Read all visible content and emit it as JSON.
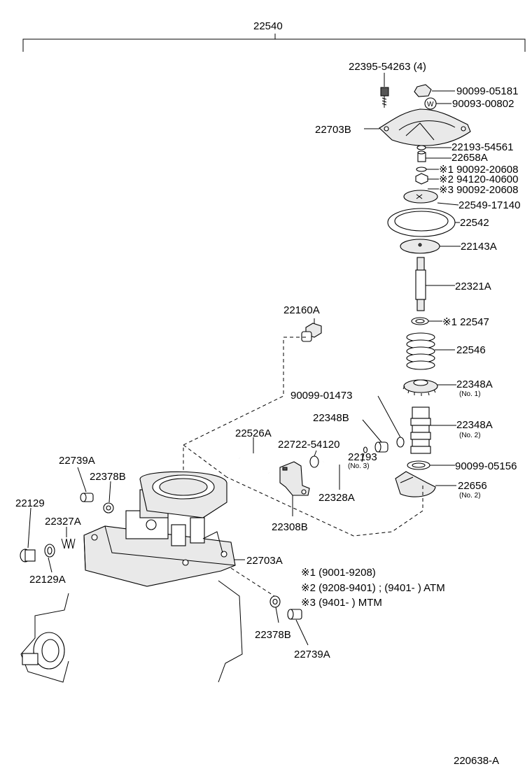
{
  "assembly": "22540",
  "diagram_code": "220638-A",
  "parts": {
    "p22395": "22395-54263 (4)",
    "p90099_05181": "90099-05181",
    "p90093": "90093-00802",
    "p22703B": "22703B",
    "p22193_54561": "22193-54561",
    "p22658A": "22658A",
    "p1_90092": "※1 90092-20608",
    "p2_94120": "※2 94120-40600",
    "p3_90092": "※3 90092-20608",
    "p22549": "22549-17140",
    "p22542": "22542",
    "p22143A": "22143A",
    "p22321A": "22321A",
    "p22547": "※1 22547",
    "p22546": "22546",
    "p22348A_1": "22348A",
    "p22348A_1_note": "(No. 1)",
    "p22160A": "22160A",
    "p90099_01473": "90099-01473",
    "p22348B": "22348B",
    "p22348A_2": "22348A",
    "p22348A_2_note": "(No. 2)",
    "p22526A": "22526A",
    "p22722": "22722-54120",
    "p22739A_top": "22739A",
    "p22378B_top": "22378B",
    "p22193": "22193",
    "p22193_note": "(No. 3)",
    "p90099_05156": "90099-05156",
    "p22656": "22656",
    "p22656_note": "(No. 2)",
    "p22328A": "22328A",
    "p22129": "22129",
    "p22327A": "22327A",
    "p22308B": "22308B",
    "p22703A": "22703A",
    "p22129A": "22129A",
    "p22378B_bot": "22378B",
    "p22739A_bot": "22739A",
    "p_w": "W"
  },
  "notes": [
    "※1 (9001-9208)",
    "※2 (9208-9401) ; (9401-        ) ATM",
    "※3 (9401-        ) MTM"
  ]
}
